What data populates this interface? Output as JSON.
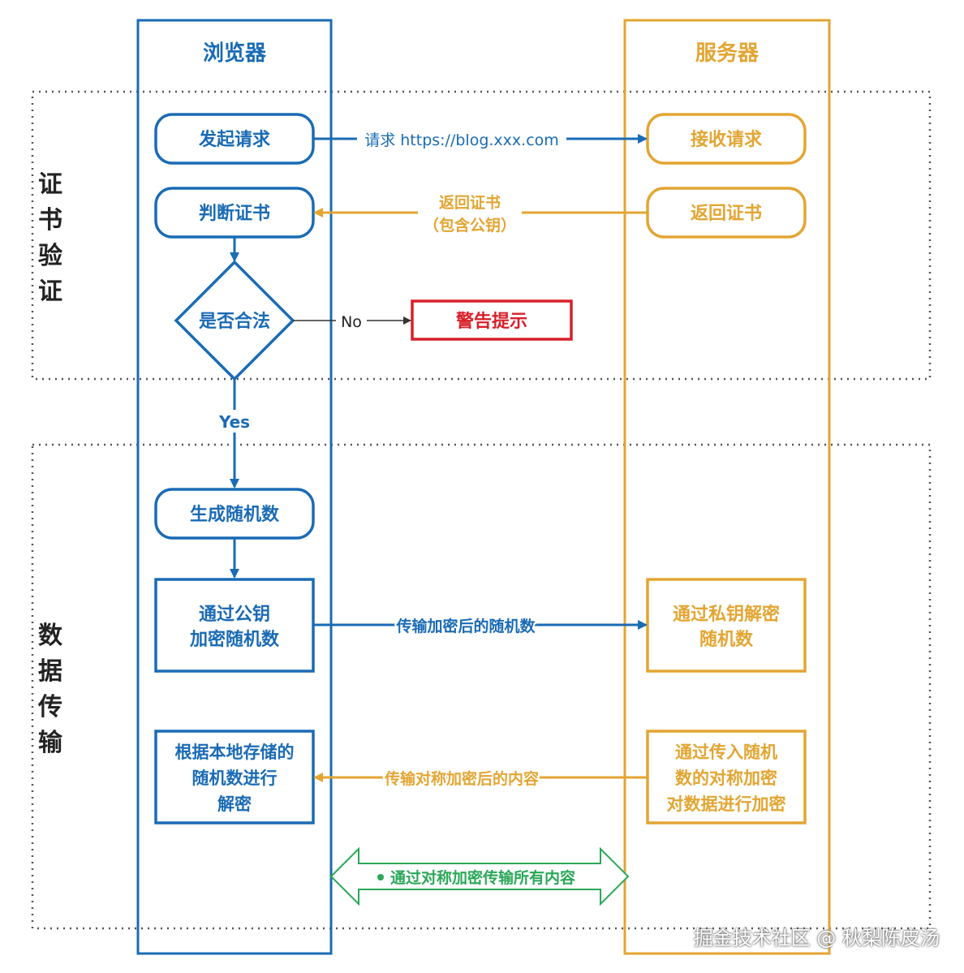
{
  "lanes": {
    "browser": "浏览器",
    "server": "服务器"
  },
  "sections": {
    "cert": [
      "证",
      "书",
      "验",
      "证"
    ],
    "data": [
      "数",
      "据",
      "传",
      "输"
    ]
  },
  "browser_nodes": {
    "initiate": "发起请求",
    "judge_cert": "判断证书",
    "is_legal": "是否合法",
    "gen_random": "生成随机数",
    "encrypt_random": [
      "通过公钥",
      "加密随机数"
    ],
    "decrypt": [
      "根据本地存储的",
      "随机数进行",
      "解密"
    ]
  },
  "server_nodes": {
    "receive": "接收请求",
    "return_cert": "返回证书",
    "decrypt_private": [
      "通过私钥解密",
      "随机数"
    ],
    "sym_encrypt": [
      "通过传入随机",
      "数的对称加密",
      "对数据进行加密"
    ]
  },
  "warning": "警告提示",
  "edges": {
    "request": "请求 https://blog.xxx.com",
    "return_cert": [
      "返回证书",
      "（包含公钥）"
    ],
    "no": "No",
    "yes": "Yes",
    "send_encrypted_random": "传输加密后的随机数",
    "send_sym_content": "传输对称加密后的内容",
    "all_sym": "通过对称加密传输所有内容"
  },
  "watermark": "掘金技术社区 @ 秋梨陈皮汤",
  "colors": {
    "browser": "#1a6bb5",
    "server": "#e3a532",
    "warning": "#d8202a",
    "green": "#2aa858",
    "section_border": "#555555"
  }
}
